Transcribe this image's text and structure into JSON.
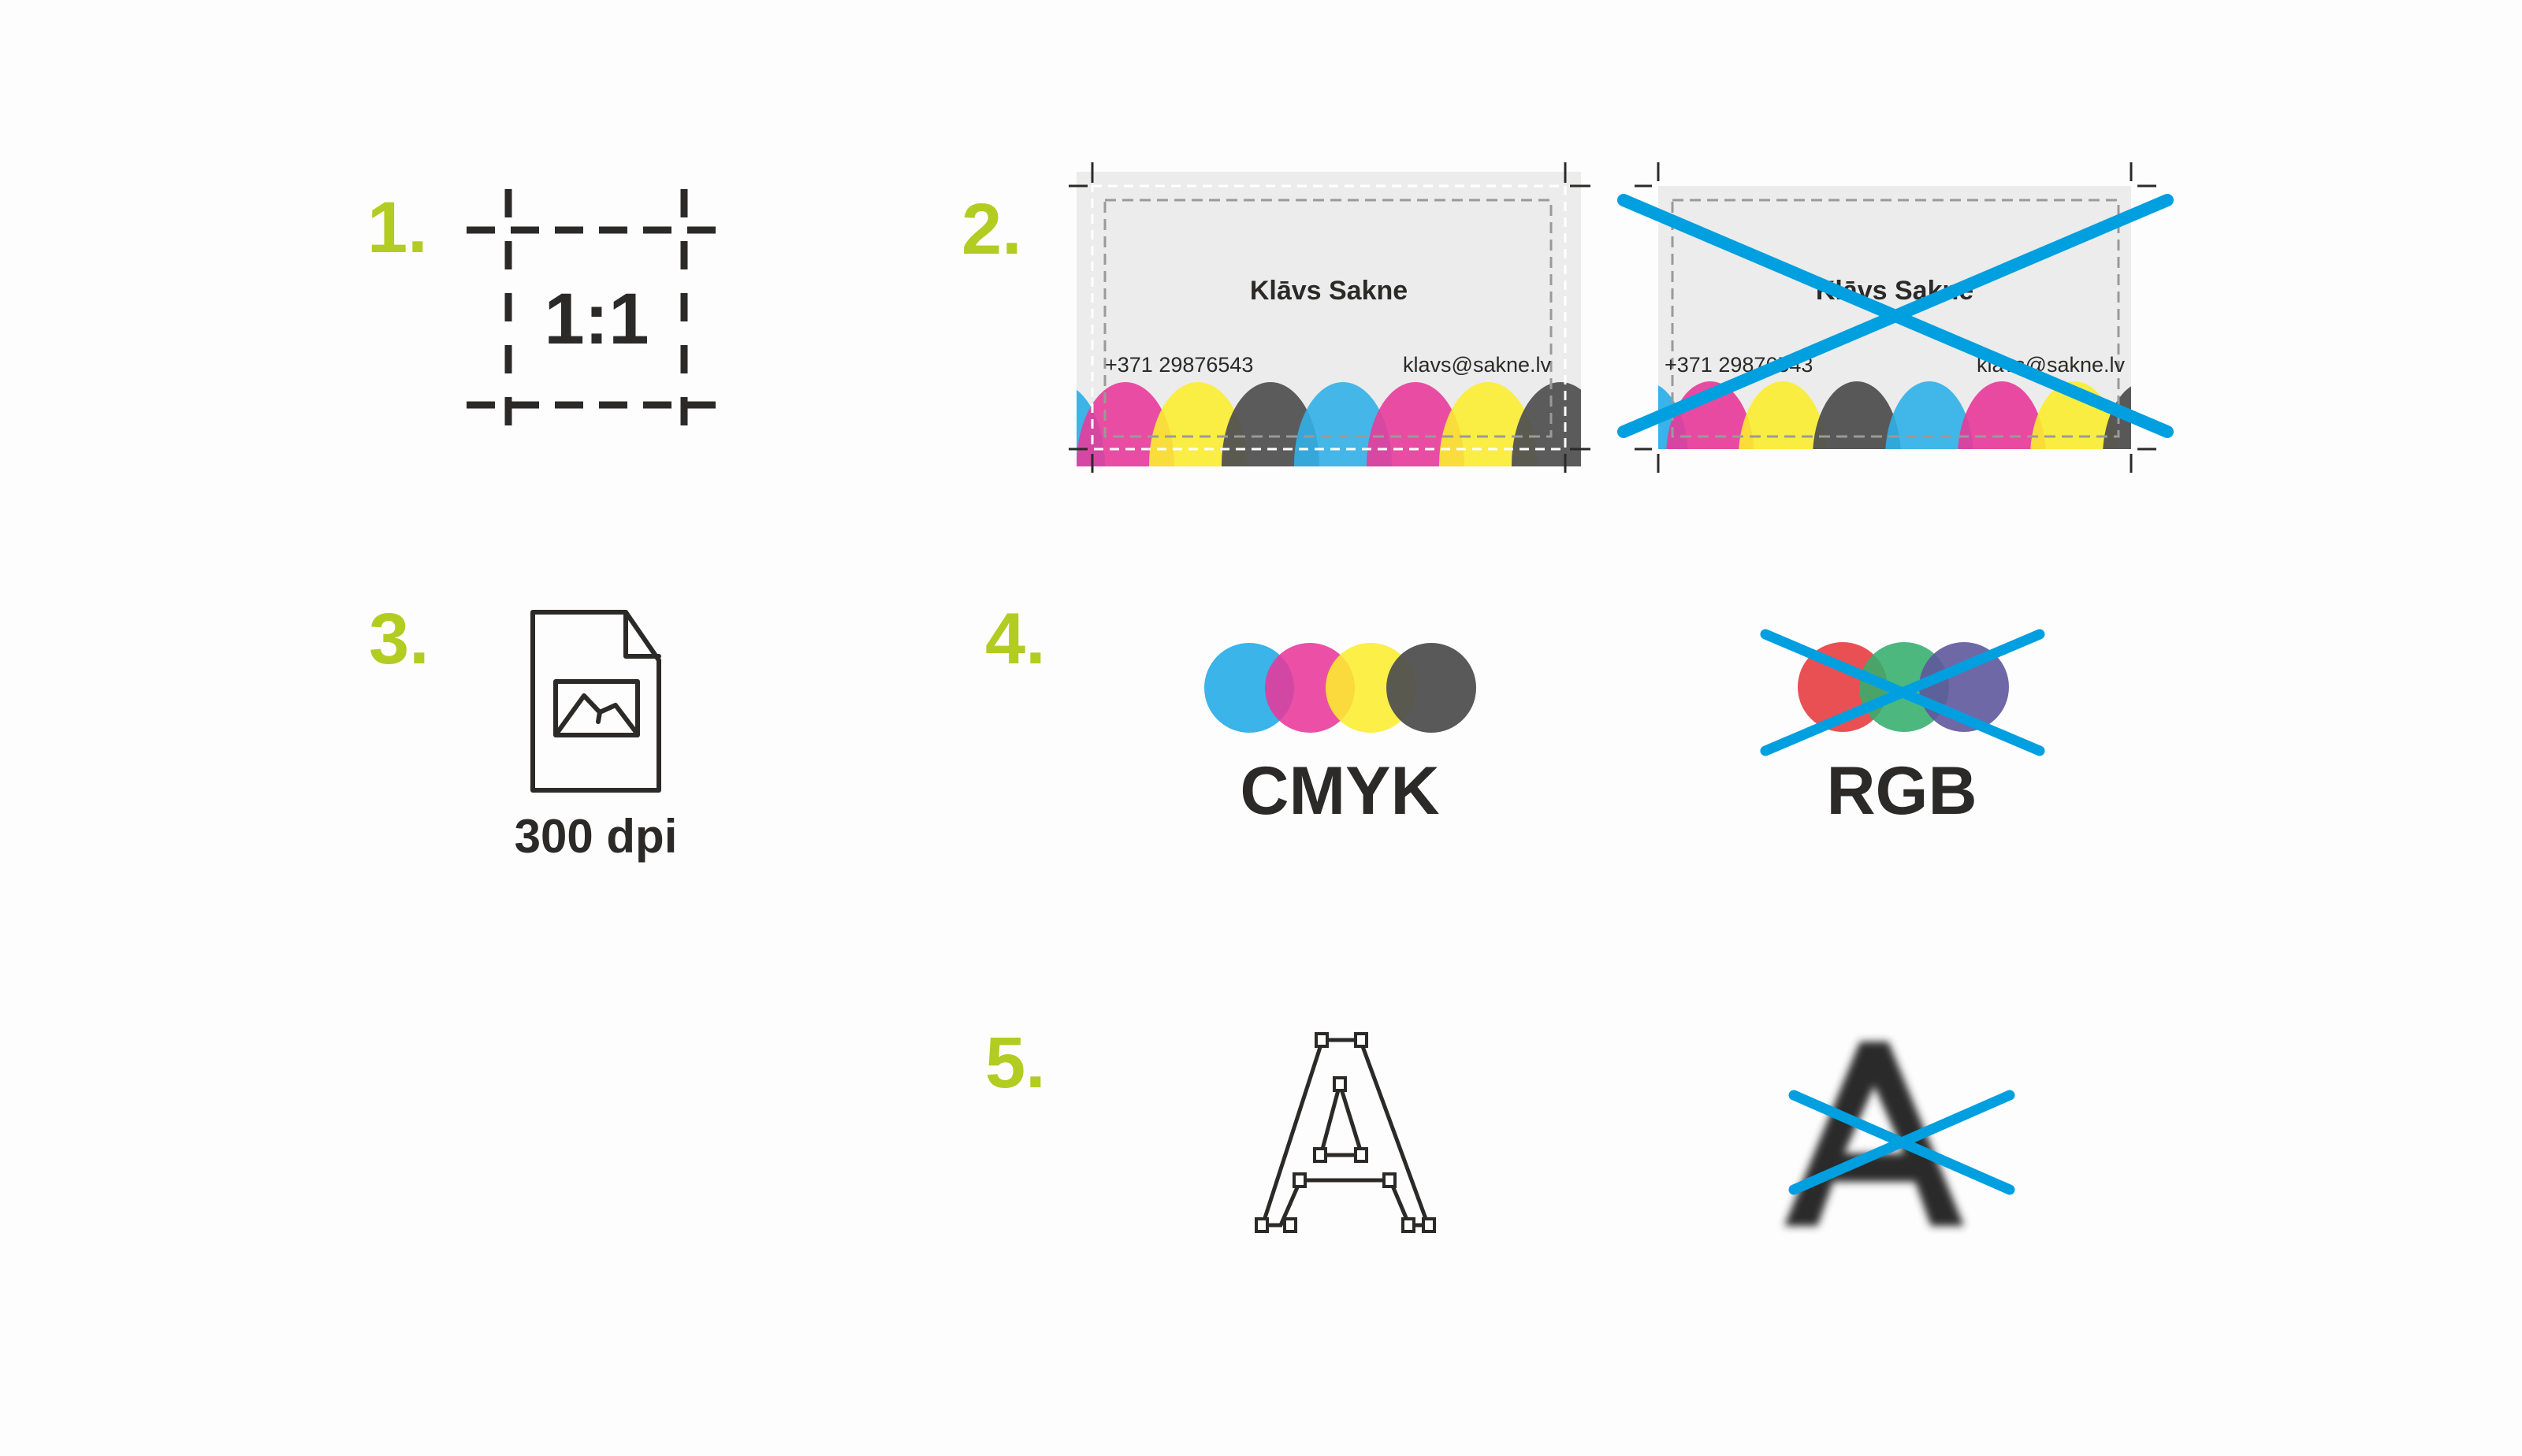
{
  "steps": [
    {
      "number": "1.",
      "title": "Scale",
      "label": "1:1"
    },
    {
      "number": "2.",
      "title": "Bleed and safe zone"
    },
    {
      "number": "3.",
      "title": "Resolution",
      "label": "300 dpi"
    },
    {
      "number": "4.",
      "title": "Color mode",
      "good_label": "CMYK",
      "bad_label": "RGB"
    },
    {
      "number": "5.",
      "title": "Vector text"
    }
  ],
  "business_card": {
    "name": "Klāvs Sakne",
    "phone": "+371 29876543",
    "email": "klavs@sakne.lv"
  },
  "colors": {
    "accent": "#b2cc22",
    "cross": "#009fe0",
    "text": "#2b2a29",
    "card_bg": "#ebeceb",
    "cyan": "#2fb0e8",
    "magenta": "#e8389a",
    "yellow": "#fced2f",
    "black": "#505050",
    "red": "#e84d51",
    "green": "#34ae6c",
    "blue": "#5f589c"
  },
  "icons": {
    "crop_box": "crop-marks-square-icon",
    "file": "image-file-icon",
    "wrong": "cross-out-icon"
  }
}
